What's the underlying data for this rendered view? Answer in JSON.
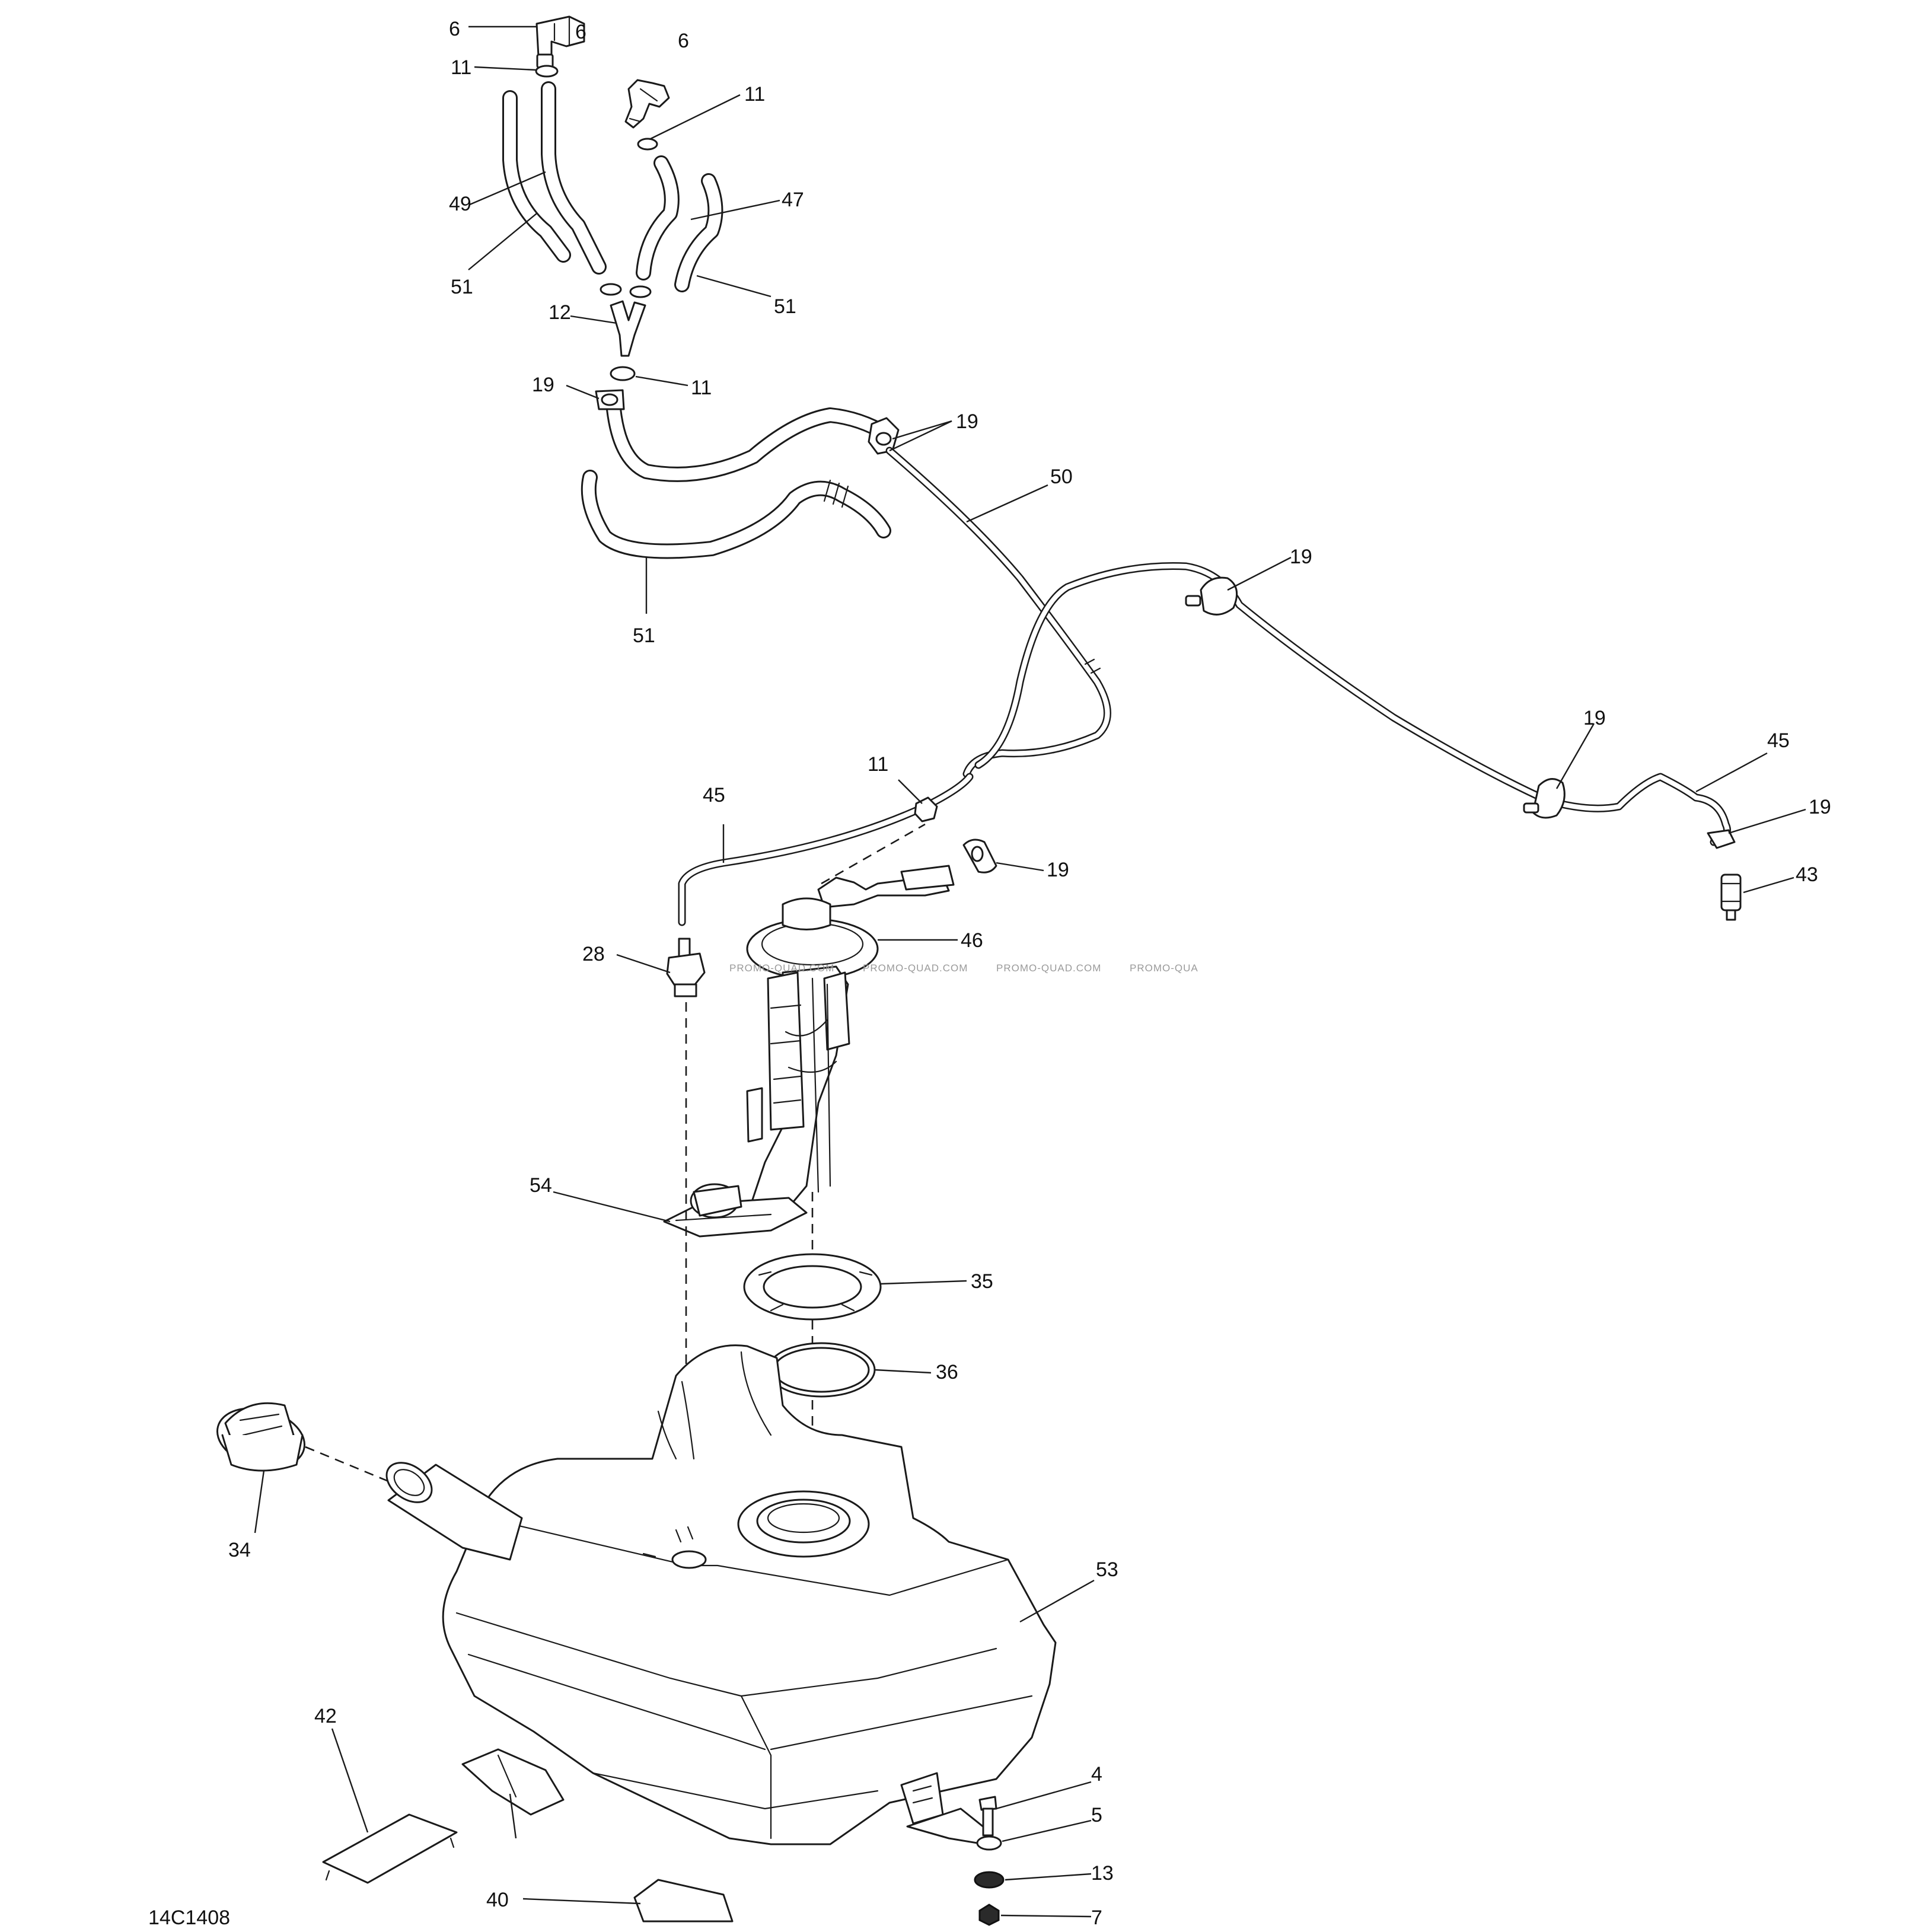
{
  "diagram": {
    "drawing_code": "14C1408",
    "watermarks": [
      "PROMO-QUAD.COM",
      "PROMO-QUAD.COM",
      "PROMO-QUAD.COM",
      "PROMO-QUA"
    ],
    "callouts": {
      "c6a": "6",
      "c6b": "6",
      "c6c": "6",
      "c11a": "11",
      "c11b": "11",
      "c11c": "11",
      "c11d": "11",
      "c49": "49",
      "c47": "47",
      "c51a": "51",
      "c51b": "51",
      "c51c": "51",
      "c12": "12",
      "c19a": "19",
      "c19b": "19",
      "c19c": "19",
      "c19d": "19",
      "c19e": "19",
      "c19f": "19",
      "c50": "50",
      "c45a": "45",
      "c45b": "45",
      "c43": "43",
      "c46": "46",
      "c28": "28",
      "c54": "54",
      "c35": "35",
      "c36": "36",
      "c34": "34",
      "c53": "53",
      "c42": "42",
      "c40": "40",
      "c4": "4",
      "c5": "5",
      "c13": "13",
      "c7": "7"
    }
  }
}
